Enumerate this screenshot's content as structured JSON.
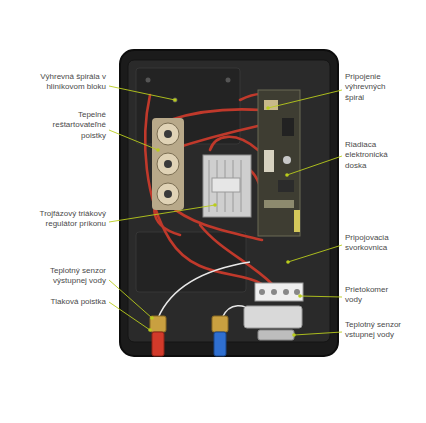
{
  "diagram": {
    "labels": [
      "Výhrevná špirála v hliníkovom bloku",
      "Pripojenie výhrevných špirál",
      "Tepelné reštartovateľné poistky",
      "Riadiaca elektronická doska",
      "Trojfázový triákový regulátor príkonu",
      "Pripojovacia svorkovnica",
      "Teplotný senzor výstupnej vody",
      "Prietokomer vody",
      "Tlaková poistka",
      "Teplotný senzor vstupnej vody"
    ]
  }
}
